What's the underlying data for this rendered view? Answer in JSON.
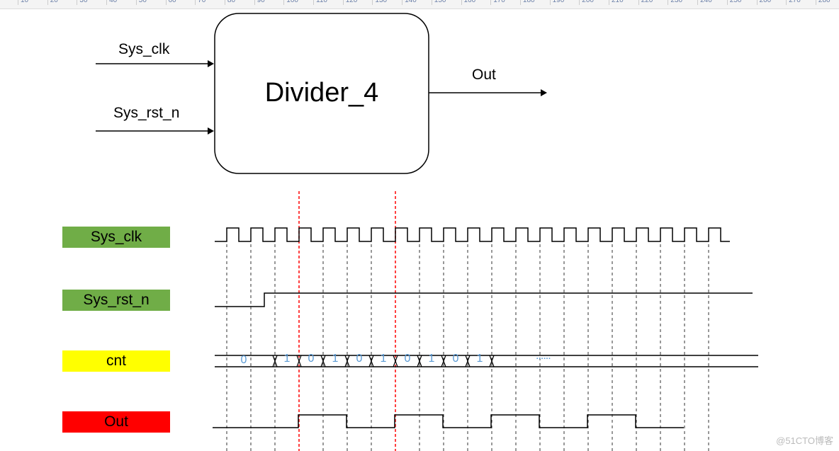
{
  "ruler": {
    "ticks": [
      "10",
      "20",
      "30",
      "40",
      "50",
      "60",
      "70",
      "80",
      "90",
      "100",
      "110",
      "120",
      "130",
      "140",
      "150",
      "160",
      "170",
      "180",
      "190",
      "200",
      "210",
      "220",
      "230",
      "240",
      "250",
      "260",
      "270",
      "280"
    ]
  },
  "block": {
    "title": "Divider_4",
    "inputs": [
      "Sys_clk",
      "Sys_rst_n"
    ],
    "output": "Out"
  },
  "signals": [
    {
      "name": "Sys_clk",
      "color": "#70ad47"
    },
    {
      "name": "Sys_rst_n",
      "color": "#70ad47"
    },
    {
      "name": "cnt",
      "color": "#ffff00"
    },
    {
      "name": "Out",
      "color": "#ff0000"
    }
  ],
  "cnt_values": [
    "0",
    "1",
    "0",
    "1",
    "0",
    "1",
    "0",
    "1",
    "0",
    "1"
  ],
  "cnt_ellipsis": "......",
  "out_levels": [
    0,
    1,
    0,
    1,
    0,
    1,
    0,
    1,
    0
  ],
  "watermark": "@51CTO博客"
}
